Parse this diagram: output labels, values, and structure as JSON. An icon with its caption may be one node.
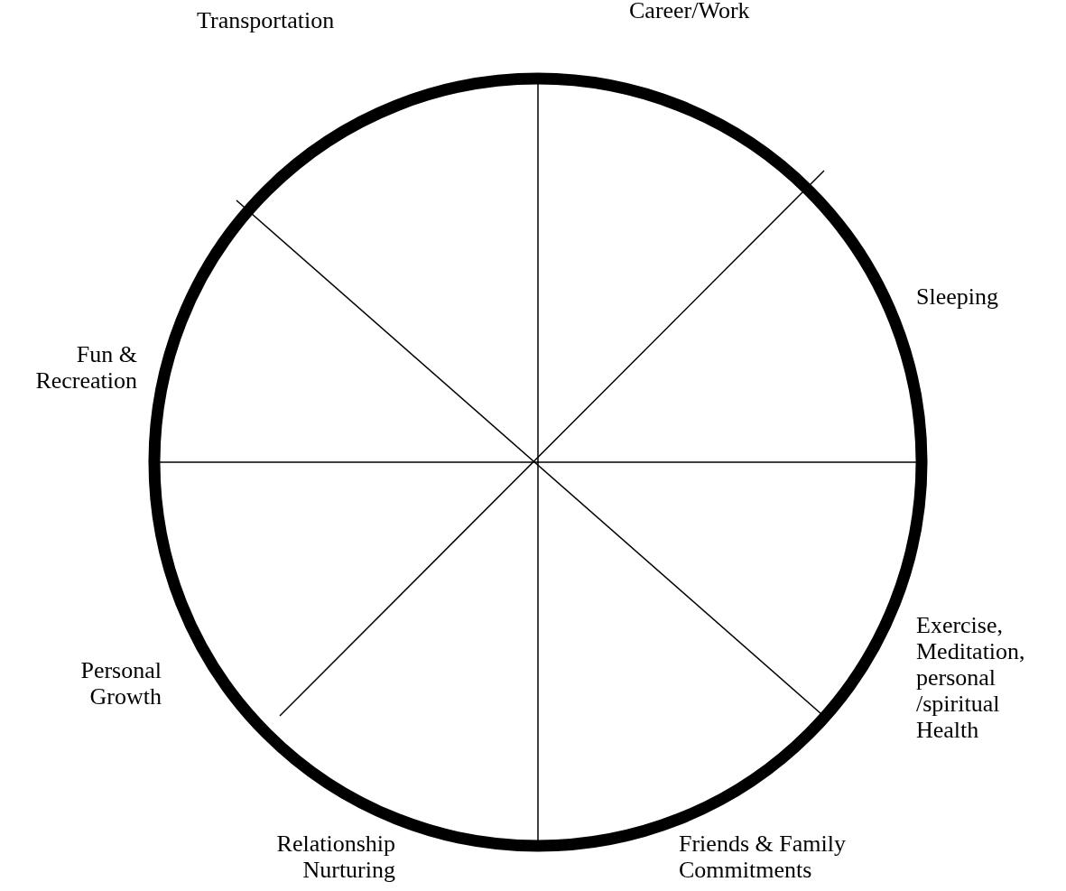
{
  "diagram": {
    "labels": [
      "Career/Work",
      "Transportation",
      "Sleeping",
      "Fun & Recreation",
      "Exercise, Meditation, personal /spiritual Health",
      "Personal Growth",
      "Friends & Family Commitments",
      "Relationship Nurturing"
    ]
  }
}
